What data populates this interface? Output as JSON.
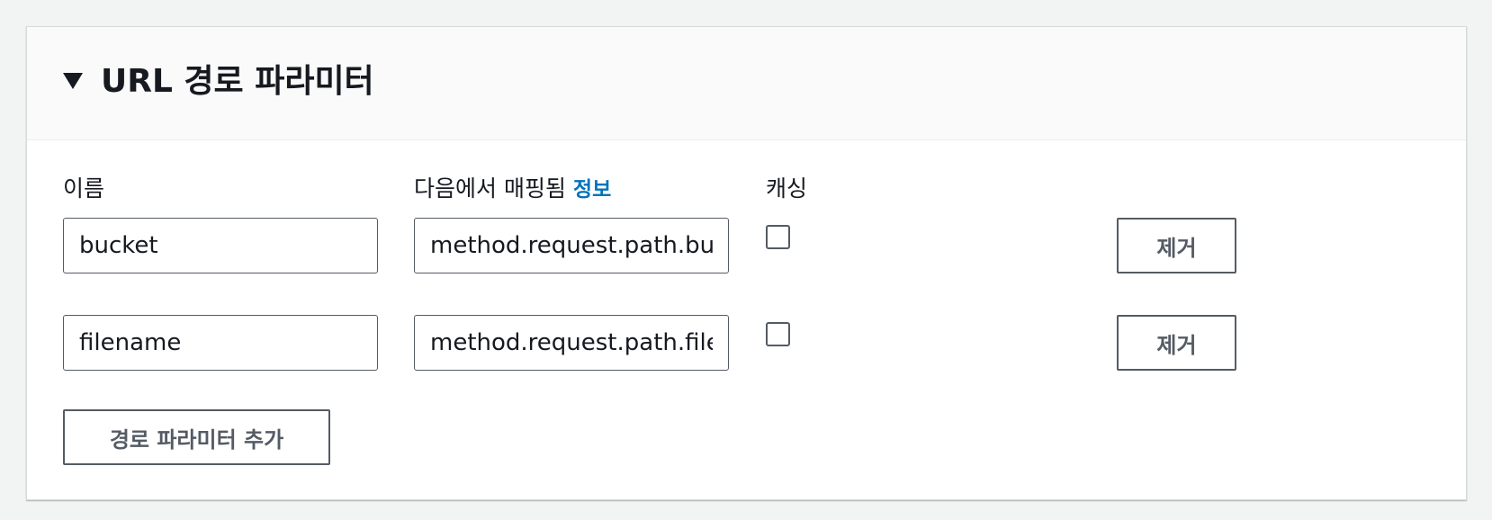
{
  "section": {
    "title": "URL 경로 파라미터",
    "expanded": true
  },
  "columns": {
    "name_label": "이름",
    "mapped_from_label": "다음에서 매핑됨",
    "info_link": "정보",
    "caching_label": "캐싱"
  },
  "rows": [
    {
      "name": "bucket",
      "mapped_from": "method.request.path.bucket",
      "caching": false,
      "remove_label": "제거"
    },
    {
      "name": "filename",
      "mapped_from": "method.request.path.filename",
      "caching": false,
      "remove_label": "제거"
    }
  ],
  "add_button_label": "경로 파라미터 추가",
  "colors": {
    "background": "#f2f3f3",
    "panel": "#ffffff",
    "header": "#fafafa",
    "text": "#16191f",
    "border": "#545b64",
    "link": "#0073bb"
  }
}
